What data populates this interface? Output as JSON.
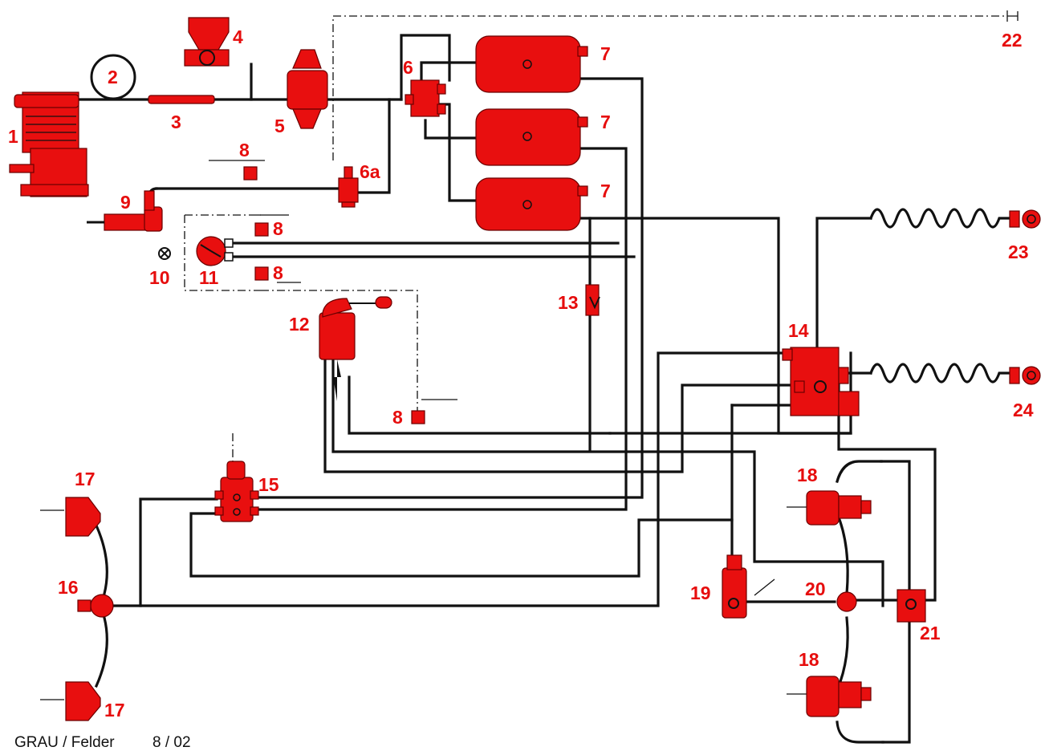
{
  "labels": {
    "n1": "1",
    "n2": "2",
    "n3": "3",
    "n4": "4",
    "n5": "5",
    "n6": "6",
    "n6a": "6a",
    "n7a": "7",
    "n7b": "7",
    "n7c": "7",
    "n8a": "8",
    "n8b": "8",
    "n8c": "8",
    "n8d": "8",
    "n9": "9",
    "n10": "10",
    "n11": "11",
    "n12": "12",
    "n13": "13",
    "n14": "14",
    "n15": "15",
    "n16": "16",
    "n17a": "17",
    "n17b": "17",
    "n18a": "18",
    "n18b": "18",
    "n19": "19",
    "n20": "20",
    "n21": "21",
    "n22": "22",
    "n23": "23",
    "n24": "24"
  },
  "footer": {
    "author": "GRAU  / Felder",
    "date": "8 / 02"
  },
  "colors": {
    "component": "#e80f0f",
    "label": "#e60d0d",
    "pipe": "#111111"
  }
}
